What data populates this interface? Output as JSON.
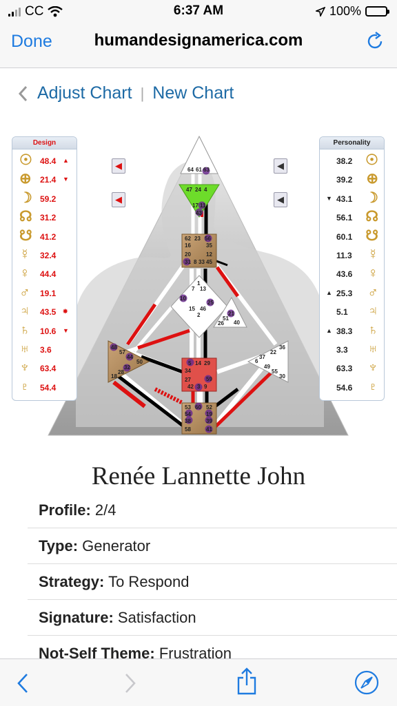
{
  "status": {
    "carrier": "CC",
    "time": "6:37 AM",
    "battery": "100%"
  },
  "browser": {
    "done_label": "Done",
    "url": "humandesignamerica.com"
  },
  "crumbs": {
    "adjust": "Adjust Chart",
    "separator": "|",
    "new": "New Chart"
  },
  "design": {
    "title": "Design",
    "rows": [
      {
        "icon": "sun-icon",
        "glyph": "☉",
        "value": "48.4",
        "marker": "▲"
      },
      {
        "icon": "earth-icon",
        "glyph": "⊕",
        "value": "21.4",
        "marker": "▼"
      },
      {
        "icon": "moon-icon",
        "glyph": "☽",
        "value": "59.2",
        "marker": ""
      },
      {
        "icon": "north-node-icon",
        "glyph": "☊",
        "value": "31.2",
        "marker": ""
      },
      {
        "icon": "south-node-icon",
        "glyph": "☋",
        "value": "41.2",
        "marker": ""
      },
      {
        "icon": "mercury-icon",
        "glyph": "☿",
        "value": "32.4",
        "marker": ""
      },
      {
        "icon": "venus-icon",
        "glyph": "♀",
        "value": "44.4",
        "marker": ""
      },
      {
        "icon": "mars-icon",
        "glyph": "♂",
        "value": "19.1",
        "marker": ""
      },
      {
        "icon": "jupiter-icon",
        "glyph": "♃",
        "value": "43.5",
        "marker": "✸"
      },
      {
        "icon": "saturn-icon",
        "glyph": "♄",
        "value": "10.6",
        "marker": "▼"
      },
      {
        "icon": "uranus-icon",
        "glyph": "♅",
        "value": "3.6",
        "marker": ""
      },
      {
        "icon": "neptune-icon",
        "glyph": "♆",
        "value": "63.4",
        "marker": ""
      },
      {
        "icon": "pluto-icon",
        "glyph": "♇",
        "value": "54.4",
        "marker": ""
      }
    ]
  },
  "personality": {
    "title": "Personality",
    "rows": [
      {
        "icon": "sun-icon",
        "glyph": "☉",
        "value": "38.2",
        "marker": ""
      },
      {
        "icon": "earth-icon",
        "glyph": "⊕",
        "value": "39.2",
        "marker": ""
      },
      {
        "icon": "moon-icon",
        "glyph": "☽",
        "value": "43.1",
        "marker": "▼"
      },
      {
        "icon": "north-node-icon",
        "glyph": "☊",
        "value": "56.1",
        "marker": ""
      },
      {
        "icon": "south-node-icon",
        "glyph": "☋",
        "value": "60.1",
        "marker": ""
      },
      {
        "icon": "mercury-icon",
        "glyph": "☿",
        "value": "11.3",
        "marker": ""
      },
      {
        "icon": "venus-icon",
        "glyph": "♀",
        "value": "43.6",
        "marker": ""
      },
      {
        "icon": "mars-icon",
        "glyph": "♂",
        "value": "25.3",
        "marker": "▲"
      },
      {
        "icon": "jupiter-icon",
        "glyph": "♃",
        "value": "5.1",
        "marker": ""
      },
      {
        "icon": "saturn-icon",
        "glyph": "♄",
        "value": "38.3",
        "marker": "▲"
      },
      {
        "icon": "uranus-icon",
        "glyph": "♅",
        "value": "3.3",
        "marker": ""
      },
      {
        "icon": "neptune-icon",
        "glyph": "♆",
        "value": "63.3",
        "marker": ""
      },
      {
        "icon": "pluto-icon",
        "glyph": "♇",
        "value": "54.6",
        "marker": ""
      }
    ]
  },
  "gates": {
    "head": [
      "64",
      "61",
      "63"
    ],
    "ajna": [
      "47",
      "24",
      "4"
    ],
    "ajna_lower": [
      "17",
      "11",
      "43"
    ],
    "throat": [
      "62",
      "23",
      "56",
      "16",
      "35",
      "20",
      "12",
      "31",
      "8",
      "33",
      "45"
    ],
    "g": [
      "1",
      "7",
      "13",
      "10",
      "15",
      "46",
      "25",
      "2"
    ],
    "ego": [
      "21",
      "51",
      "26",
      "40"
    ],
    "spleen": [
      "48",
      "57",
      "44",
      "50",
      "32",
      "28",
      "18"
    ],
    "sacral": [
      "5",
      "14",
      "29",
      "34",
      "59",
      "27",
      "42",
      "3",
      "9"
    ],
    "solar": [
      "36",
      "22",
      "37",
      "6",
      "49",
      "55",
      "30"
    ],
    "root": [
      "53",
      "60",
      "52",
      "54",
      "19",
      "38",
      "39",
      "58",
      "41"
    ]
  },
  "colors": {
    "design_red": "#d11111",
    "link_blue": "#1d6aa5",
    "ios_blue": "#1e7be0",
    "center_tan": "#b08a5a",
    "center_green": "#6ddc2a",
    "center_red": "#e0504a",
    "gate_purple": "#6a2c8c"
  },
  "profile": {
    "name": "Renée Lannette John",
    "fields": [
      {
        "label": "Profile:",
        "value": "2/4"
      },
      {
        "label": "Type:",
        "value": "Generator"
      },
      {
        "label": "Strategy:",
        "value": "To Respond"
      },
      {
        "label": "Signature:",
        "value": "Satisfaction"
      },
      {
        "label": "Not-Self Theme:",
        "value": "Frustration"
      }
    ]
  }
}
